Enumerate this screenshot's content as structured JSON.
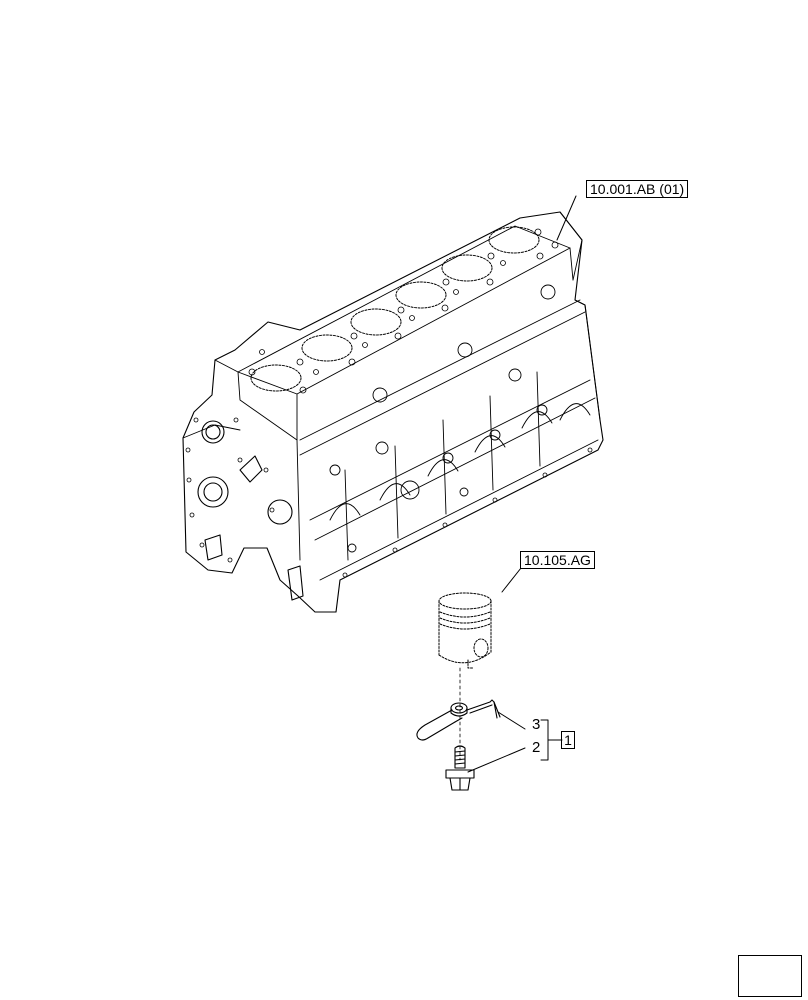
{
  "references": {
    "engine_block": "10.001.AB (01)",
    "piston": "10.105.AG"
  },
  "callouts": {
    "item_3": "3",
    "item_2": "2",
    "group": "1"
  },
  "icons": {
    "navigation": "arrow-icon"
  }
}
